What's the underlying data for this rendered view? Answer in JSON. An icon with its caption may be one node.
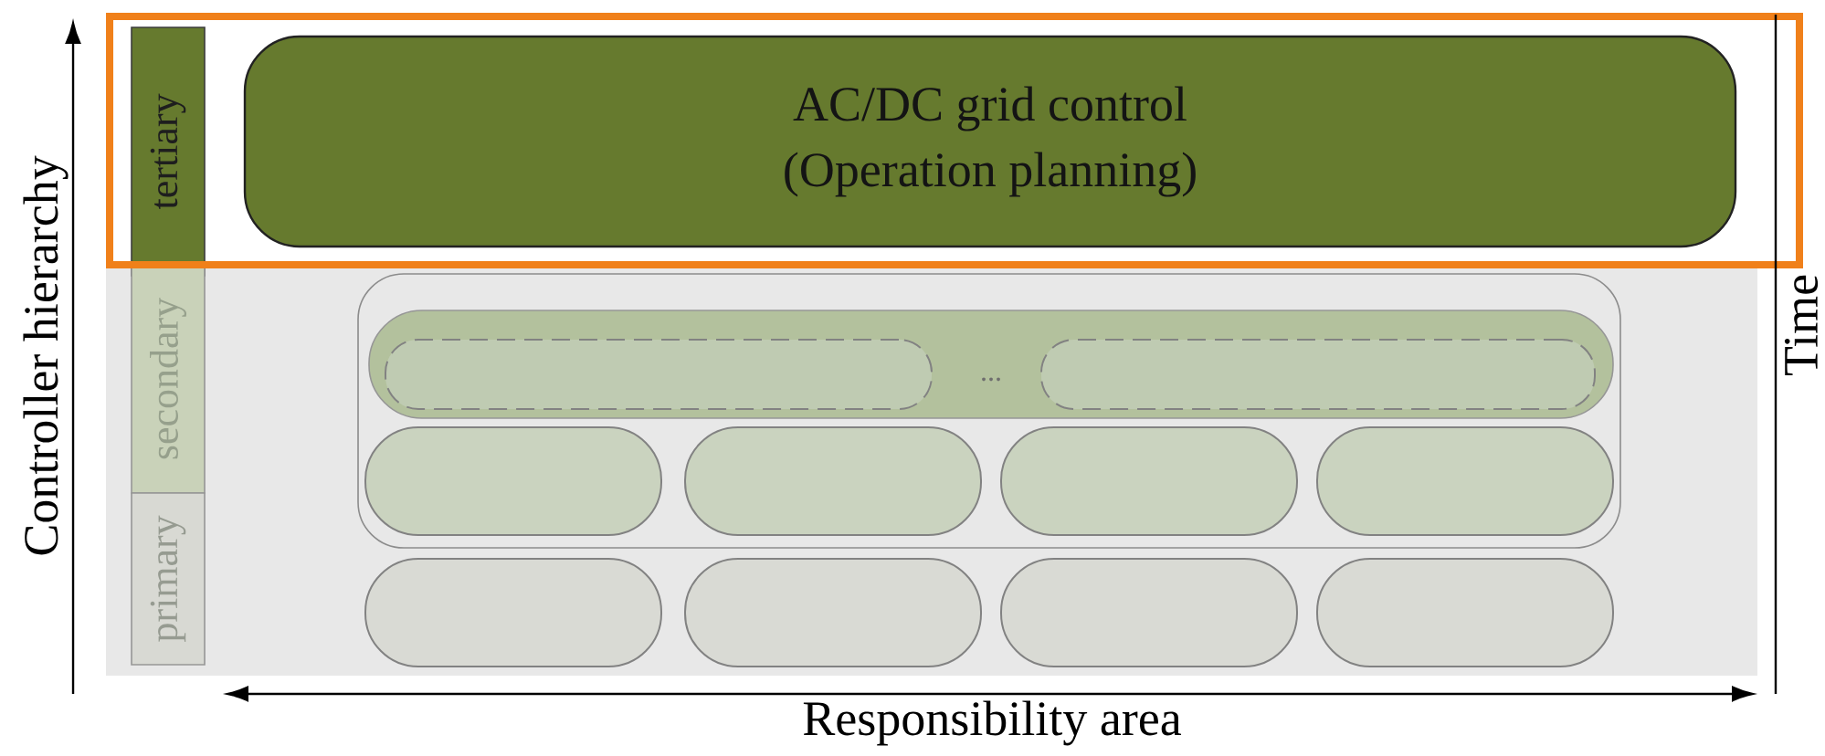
{
  "diagram": {
    "nodes": [
      {
        "text": [],
        "shape": "box"
      },
      {
        "text": [
          "tertiary"
        ],
        "in": 0
      },
      {
        "text": [
          "AC/DC grid control",
          "(Operation planning)"
        ],
        "in": 0
      },
      {
        "text": [
          "secondary"
        ]
      },
      {
        "text": [
          "primary"
        ]
      },
      {
        "text": [],
        "shape": "box"
      },
      {
        "text": [
          "..."
        ],
        "in": 5
      },
      {
        "text": [],
        "shape": "box",
        "in": 6
      },
      {
        "text": [],
        "shape": "box",
        "in": 6
      },
      {
        "text": [],
        "shape": "box",
        "in": 5
      },
      {
        "text": [],
        "shape": "box",
        "in": 5
      },
      {
        "text": [],
        "shape": "box",
        "in": 5
      },
      {
        "text": [],
        "shape": "box",
        "in": 5
      },
      {
        "text": [],
        "shape": "box"
      },
      {
        "text": [],
        "shape": "box"
      },
      {
        "text": [],
        "shape": "box"
      },
      {
        "text": [],
        "shape": "box"
      }
    ],
    "labels": [
      "Controller hierarchy",
      "Time",
      "Responsibility area"
    ]
  }
}
